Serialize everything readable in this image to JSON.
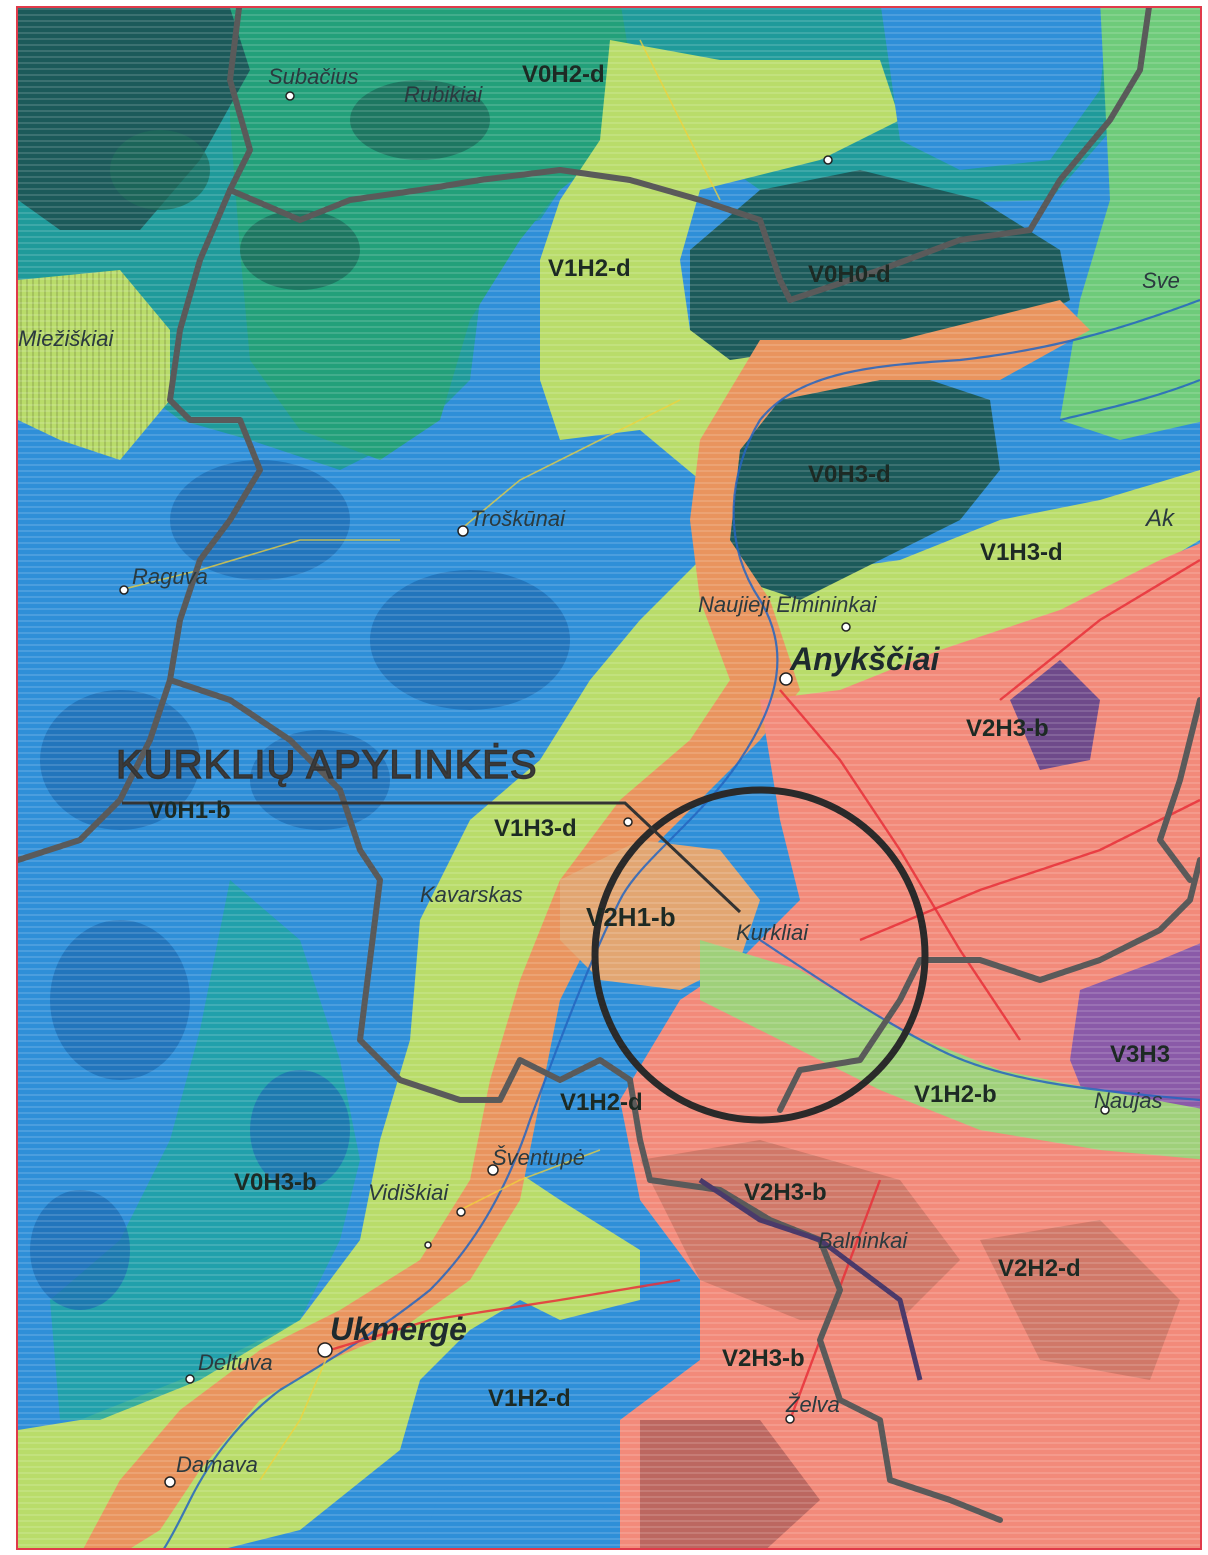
{
  "map": {
    "annotation": "KURKLIŲ APYLINKĖS",
    "towns": {
      "subacius": "Subačius",
      "rubikiai": "Rubikiai",
      "mieziskiai": "Miežiškiai",
      "troskunai": "Troškūnai",
      "raguva": "Raguva",
      "naujieji_elmininkai": "Naujieji Elmininkai",
      "anyksciai": "Anykščiai",
      "kavarskas": "Kavarskas",
      "kurkliai": "Kurkliai",
      "sventupe": "Šventupė",
      "vidiskiai": "Vidiškiai",
      "balninkai": "Balninkai",
      "ukmerge": "Ukmergė",
      "deltuva": "Deltuva",
      "zelva": "Želva",
      "pajuostis": "Naujas",
      "sventoji_ne": "Sve",
      "akmene_edge": "Ak"
    },
    "zones": {
      "z_v0h2d": "V0H2-d",
      "z_v1h2d_top": "V1H2-d",
      "z_v0h0d": "V0H0-d",
      "z_v0h3d": "V0H3-d",
      "z_v1h3d_right": "V1H3-d",
      "z_v2h3b_top": "V2H3-b",
      "z_v0h1b": "V0H1-b",
      "z_v1h3d_mid": "V1H3-d",
      "z_v2h1b": "V2H1-b",
      "z_v3h3": "V3H3",
      "z_v1h2b": "V1H2-b",
      "z_v1h2d_mid": "V1H2-d",
      "z_v0h3b": "V0H3-b",
      "z_v2h3b_mid": "V2H3-b",
      "z_v2h2d": "V2H2-d",
      "z_v2h3b_low": "V2H3-b",
      "z_v1h2d_low": "V1H2-d"
    },
    "colors": {
      "frame": "#e03a4a",
      "dark_teal": "#1c5a5a",
      "teal": "#1f9a9a",
      "green_teal": "#23a07a",
      "blue": "#2f8fd8",
      "light_green": "#b9dc6a",
      "orange": "#e9945e",
      "salmon": "#f28a7a",
      "purple": "#8a5aa8",
      "boundary": "#5a5a5a",
      "circle": "#2a2a2a"
    }
  }
}
